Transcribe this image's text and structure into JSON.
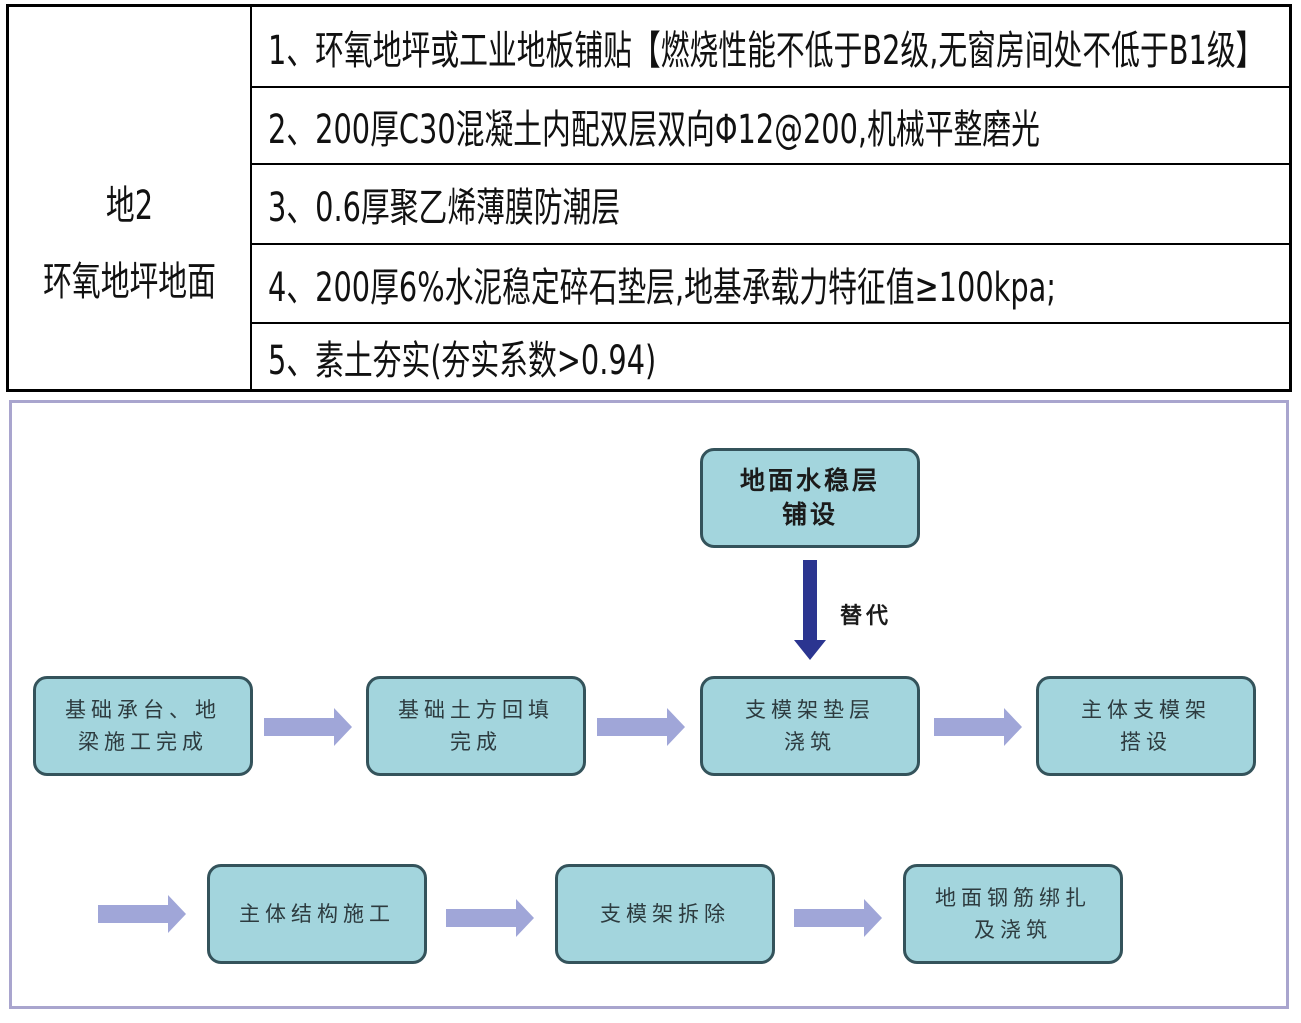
{
  "spec_table": {
    "code": "地2",
    "name": "环氧地坪地面",
    "layers": [
      "1、环氧地坪或工业地板铺贴【燃烧性能不低于B2级,无窗房间处不低于B1级】",
      "2、200厚C30混凝土内配双层双向Φ12@200,机械平整磨光",
      "3、0.6厚聚乙烯薄膜防潮层",
      "4、200厚6%水泥稳定碎石垫层,地基承载力特征值≥100kpa;",
      "5、素土夯实(夯实系数>0.94)"
    ]
  },
  "flowchart": {
    "top_node": "地面水稳层\n铺设",
    "replace_label": "替代",
    "row1": [
      "基础承台、地\n梁施工完成",
      "基础土方回填\n完成",
      "支模架垫层\n浇筑",
      "主体支模架\n搭设"
    ],
    "row2": [
      "主体结构施工",
      "支模架拆除",
      "地面钢筋绑扎\n及浇筑"
    ],
    "colors": {
      "node_fill": "#a3d5dd",
      "node_border": "#34535b",
      "flow_arrow": "#a0a6d8",
      "replace_arrow": "#2b3590",
      "frame": "#a9a5ce"
    }
  }
}
